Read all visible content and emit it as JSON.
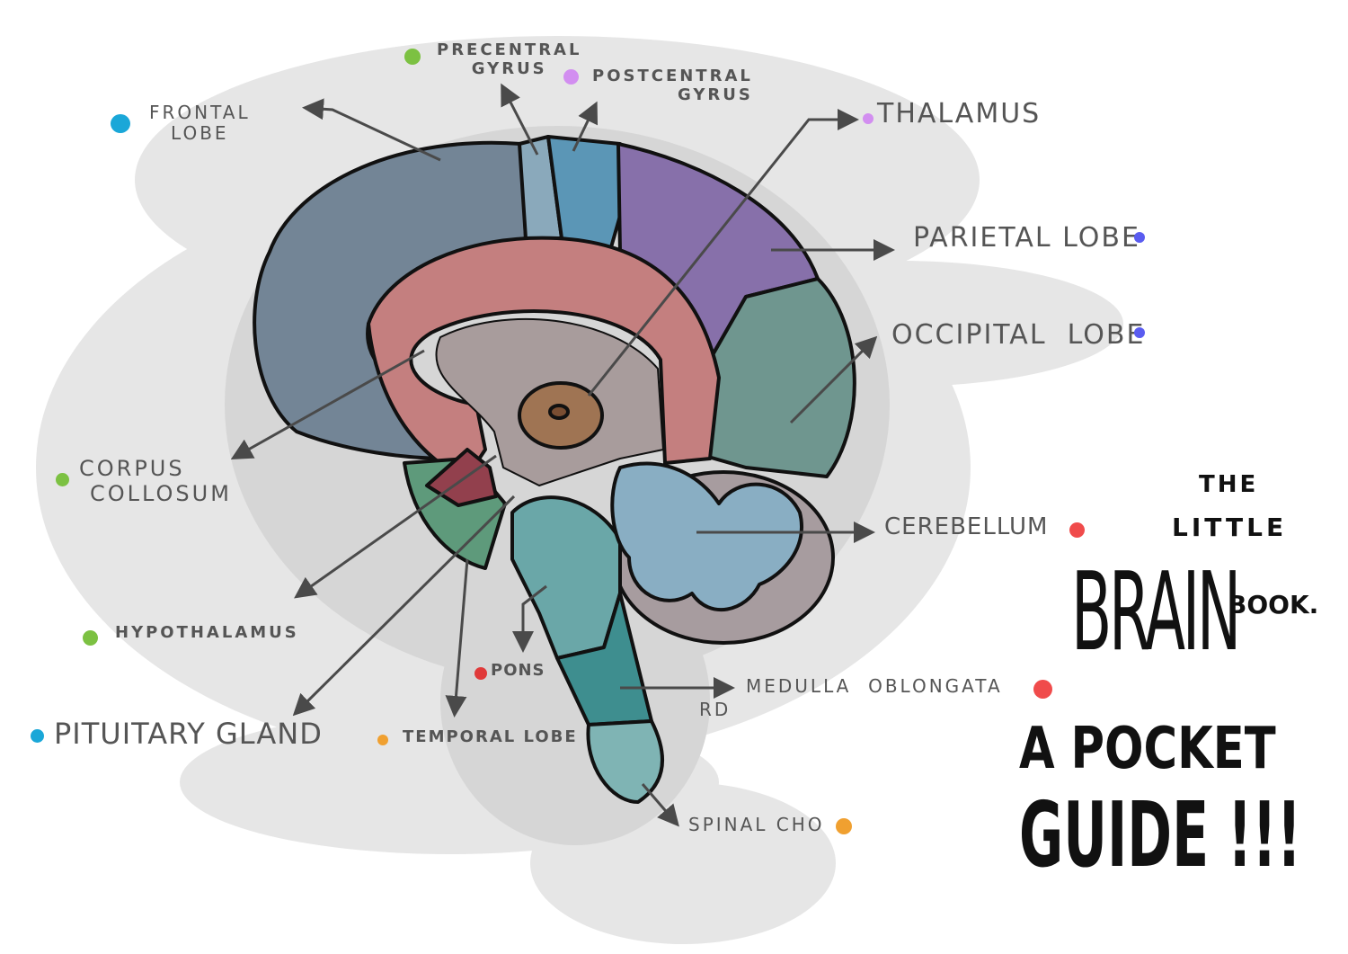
{
  "labels": {
    "precentral": {
      "text": "PRECENTRAL",
      "text2": "GYRUS",
      "color": "#7cc142"
    },
    "postcentral": {
      "text": "POSTCENTRAL",
      "text2": "GYRUS",
      "color": "#d28ef0"
    },
    "frontal": {
      "text": "FRONTAL",
      "text2": "LOBE",
      "color": "#1aa7d8"
    },
    "thalamus": {
      "text": "THALAMUS",
      "color": "#d28ef0"
    },
    "parietal": {
      "text": "PARIETAL LOBE",
      "color": "#5a5cf0"
    },
    "occipital": {
      "text": "OCCIPITAL  LOBE",
      "color": "#5a5cf0"
    },
    "corpus": {
      "text": "CORPUS",
      "text2": "COLLOSUM",
      "color": "#7cc142"
    },
    "cerebellum": {
      "text": "CEREBELLUM",
      "color": "#f04b4b"
    },
    "hypothalamus": {
      "text": "HYPOTHALAMUS",
      "color": "#7cc142"
    },
    "pons": {
      "text": "PONS",
      "color": "#e03a3a"
    },
    "medulla": {
      "text": "MEDULLA  OBLONGATA",
      "text2": "RD",
      "color": "#f04b4b"
    },
    "pituitary": {
      "text": "PITUITARY GLAND",
      "color": "#1aa7d8"
    },
    "temporal": {
      "text": "TEMPORAL LOBE",
      "color": "#f0a030"
    },
    "spinal": {
      "text": "SPINAL CHO",
      "color": "#f0a030"
    }
  },
  "title": {
    "line1": "THE",
    "line2": "LITTLE",
    "brain": "BRAIN",
    "book": "BOOK.",
    "subtitle1": "A POCKET",
    "subtitle2": "GUIDE !!!"
  }
}
